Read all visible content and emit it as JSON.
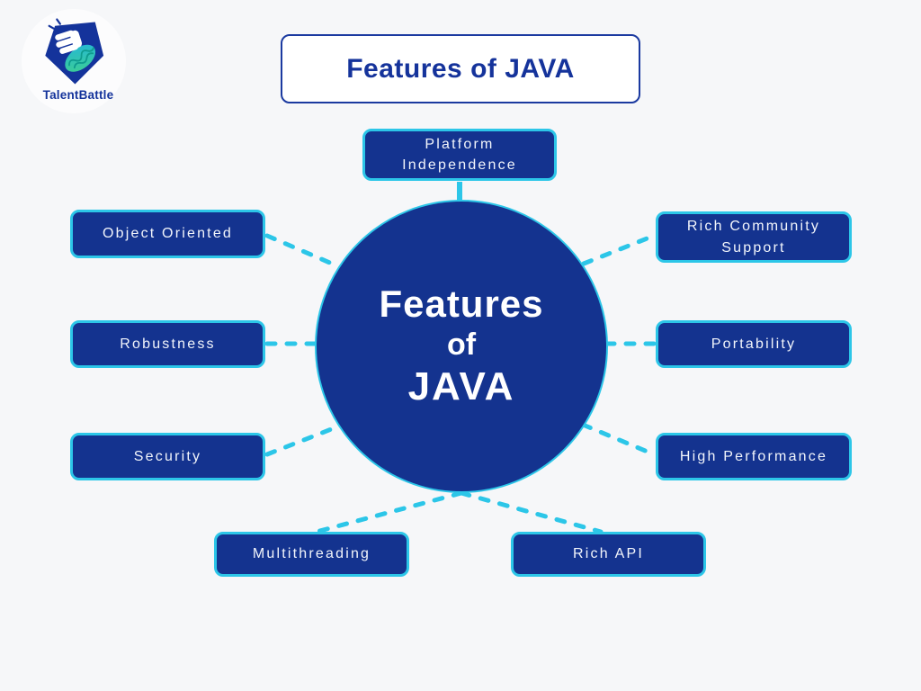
{
  "logo": {
    "brand": "TalentBattle",
    "icon": "talentbattle-shield-fist-brain-icon"
  },
  "title": {
    "label": "Features of JAVA"
  },
  "center": {
    "line1": "Features",
    "line2": "of",
    "line3": "JAVA"
  },
  "features": [
    {
      "id": "platform-independence",
      "label": "Platform Independence"
    },
    {
      "id": "object-oriented",
      "label": "Object Oriented"
    },
    {
      "id": "rich-community-support",
      "label": "Rich Community Support"
    },
    {
      "id": "robustness",
      "label": "Robustness"
    },
    {
      "id": "portability",
      "label": "Portability"
    },
    {
      "id": "security",
      "label": "Security"
    },
    {
      "id": "high-performance",
      "label": "High Performance"
    },
    {
      "id": "multithreading",
      "label": "Multithreading"
    },
    {
      "id": "rich-api",
      "label": "Rich API"
    }
  ],
  "colors": {
    "background": "#f6f7f9",
    "node_fill": "#14338f",
    "node_border": "#2cc6e8",
    "connector": "#2cc6e8",
    "title_text": "#15339b",
    "node_text": "#f2f5fb"
  }
}
